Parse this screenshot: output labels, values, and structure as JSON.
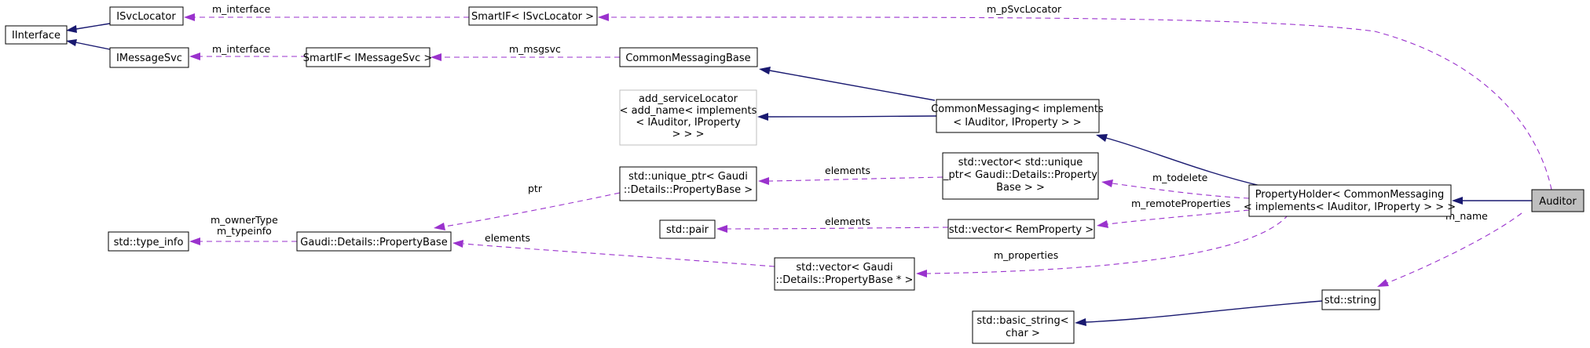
{
  "nodes": {
    "iinterface": "IInterface",
    "isvclocator": "ISvcLocator",
    "imessagesvc": "IMessageSvc",
    "smartif_isvclocator": "SmartIF< ISvcLocator >",
    "smartif_imessagesvc": "SmartIF< IMessageSvc >",
    "common_messaging_base": "CommonMessagingBase",
    "add_service_locator": [
      "add_serviceLocator",
      "< add_name< implements",
      "< IAuditor, IProperty",
      "> > >"
    ],
    "common_messaging": [
      "CommonMessaging< implements",
      "< IAuditor, IProperty > >"
    ],
    "unique_ptr": [
      "std::unique_ptr< Gaudi",
      "::Details::PropertyBase >"
    ],
    "vector_unique": [
      "std::vector< std::unique",
      "_ptr< Gaudi::Details::Property",
      "Base > >"
    ],
    "std_pair": "std::pair",
    "vector_remprop": "std::vector< RemProperty >",
    "type_info": "std::type_info",
    "property_base": "Gaudi::Details::PropertyBase",
    "vector_propbase": [
      "std::vector< Gaudi",
      "::Details::PropertyBase * >"
    ],
    "property_holder": [
      "PropertyHolder< CommonMessaging",
      "< implements< IAuditor, IProperty > > >"
    ],
    "auditor": "Auditor",
    "std_string": "std::string",
    "basic_string": [
      "std::basic_string<",
      "char >"
    ]
  },
  "edge_labels": {
    "m_interface_1": "m_interface",
    "m_interface_2": "m_interface",
    "m_psvclocator": "m_pSvcLocator",
    "m_msgsvc": "m_msgsvc",
    "ptr": "ptr",
    "elements_1": "elements",
    "elements_2": "elements",
    "elements_3": "elements",
    "m_todelete": "m_todelete",
    "m_remote_properties": "m_remoteProperties",
    "m_properties": "m_properties",
    "m_owner_type": "m_ownerType",
    "m_typeinfo": "m_typeinfo",
    "m_name": "m_name"
  },
  "colors": {
    "inheritance_edge": "#191970",
    "member_edge": "#9a32cd",
    "focus_fill": "#bfbfbf",
    "incomplete_border": "#bfbfbf"
  }
}
